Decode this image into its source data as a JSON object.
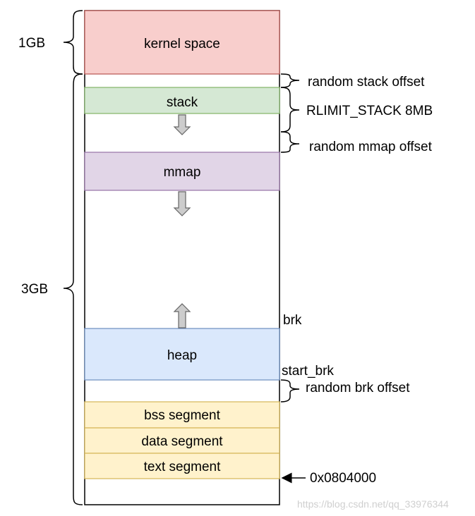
{
  "colors": {
    "kernel": "#f8cecc",
    "kernel_border": "#b85450",
    "stack": "#d5e8d4",
    "stack_border": "#82b366",
    "mmap": "#e1d5e7",
    "mmap_border": "#9673a6",
    "heap": "#dae8fc",
    "heap_border": "#6c8ebf",
    "segment": "#fff2cc",
    "segment_border": "#d6b656",
    "arrow_fill": "#cccccc",
    "arrow_border": "#666666"
  },
  "regions": {
    "kernel": "kernel space",
    "stack": "stack",
    "mmap": "mmap",
    "heap": "heap",
    "bss": "bss segment",
    "data": "data segment",
    "text": "text segment"
  },
  "size_labels": {
    "kernel": "1GB",
    "user": "3GB"
  },
  "annotations": {
    "random_stack_offset": "random stack offset",
    "rlimit_stack": "RLIMIT_STACK 8MB",
    "random_mmap_offset": "random mmap offset",
    "brk": "brk",
    "start_brk": "start_brk",
    "random_brk_offset": "random brk offset",
    "text_start": "0x0804000"
  },
  "watermark": "https://blog.csdn.net/qq_33976344",
  "icons": {
    "stack_growth": "arrow-down-icon",
    "mmap_growth": "arrow-down-icon",
    "heap_growth": "arrow-up-icon"
  }
}
